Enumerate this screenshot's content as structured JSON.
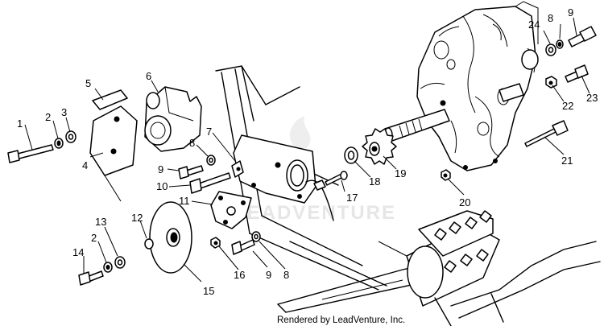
{
  "diagram": {
    "callouts": [
      "1",
      "2",
      "3",
      "4",
      "5",
      "6",
      "7",
      "8",
      "9",
      "10",
      "11",
      "12",
      "13",
      "14",
      "15",
      "16",
      "17",
      "18",
      "19",
      "20",
      "21",
      "22",
      "23",
      "24"
    ],
    "watermark": "LEADVENTURE",
    "credit": "Rendered by LeadVenture, Inc."
  }
}
